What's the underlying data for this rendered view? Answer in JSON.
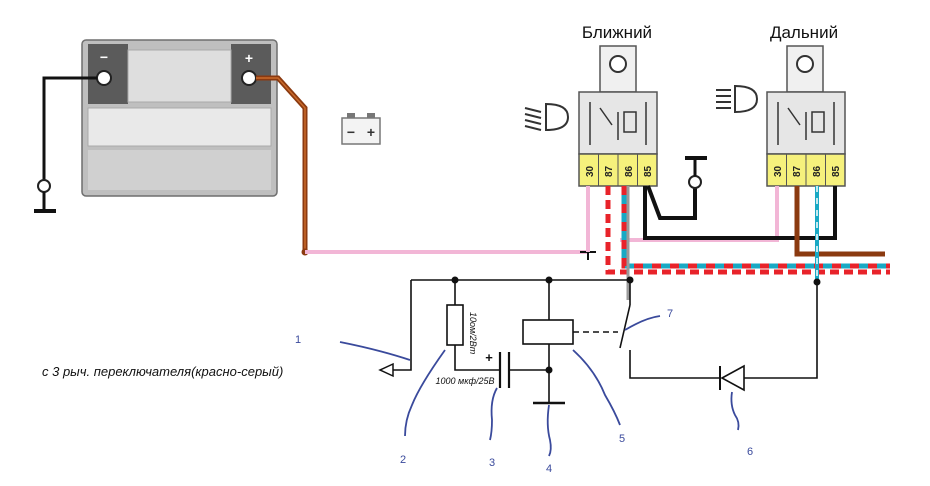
{
  "relays": [
    {
      "title": "Ближний",
      "pins": [
        "30",
        "87",
        "86",
        "85"
      ]
    },
    {
      "title": "Дальний",
      "pins": [
        "30",
        "87",
        "86",
        "85"
      ]
    }
  ],
  "battery": {
    "minus": "−",
    "plus": "+"
  },
  "legend_battery": {
    "minus": "−",
    "plus": "+"
  },
  "components": {
    "resistor": "10ом/2Вт",
    "capacitor": "1000 мкф/25В",
    "cap_plus": "+"
  },
  "input_label": "с 3 рыч. переключателя(красно-серый)",
  "callouts": [
    "1",
    "2",
    "3",
    "4",
    "5",
    "6",
    "7"
  ],
  "colors": {
    "brown": "#8b3a10",
    "pink": "#f2b6d6",
    "red": "#e8232a",
    "cyan": "#19a9c4",
    "black": "#111111",
    "relay_yellow": "#f6f17c",
    "callout_blue": "#3a4a9c"
  }
}
